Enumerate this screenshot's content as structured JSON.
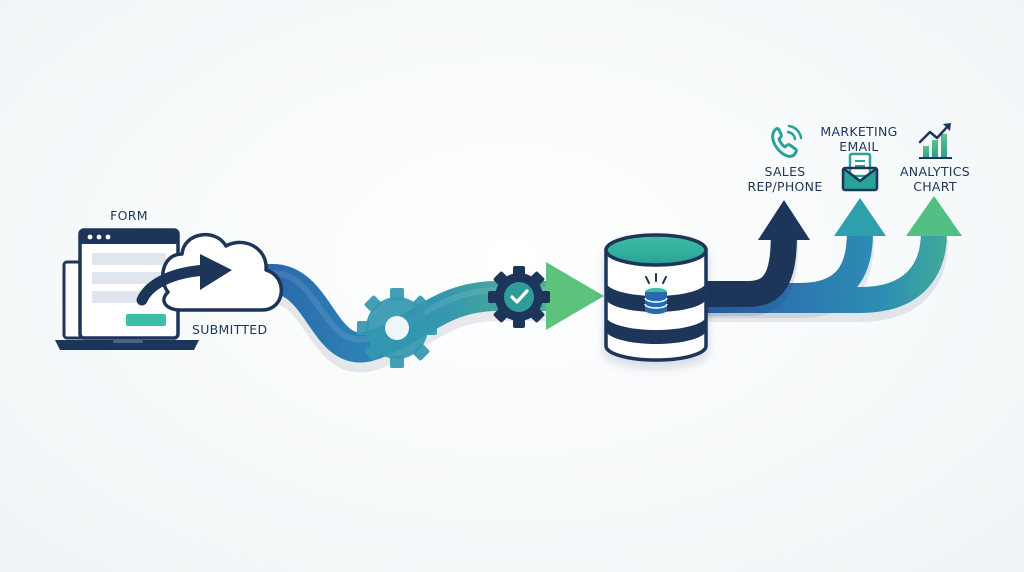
{
  "labels": {
    "form": "FORM",
    "submitted": "SUBMITTED",
    "sales": [
      "SALES",
      "REP/PHONE"
    ],
    "marketing": [
      "MARKETING",
      "EMAIL"
    ],
    "analytics": [
      "ANALYTICS",
      "CHART"
    ]
  },
  "icons": {
    "form": "laptop-form-icon",
    "cloud": "cloud-upload-icon",
    "processing": "gear-icon",
    "validation": "gear-check-icon",
    "database": "database-icon",
    "sales": "phone-icon",
    "marketing": "envelope-icon",
    "analytics": "bar-chart-icon"
  },
  "colors": {
    "navy": "#1d3558",
    "blue": "#2b6bb0",
    "teal": "#2fa7a0",
    "green": "#58bd79",
    "mint": "#3cbfa6"
  }
}
